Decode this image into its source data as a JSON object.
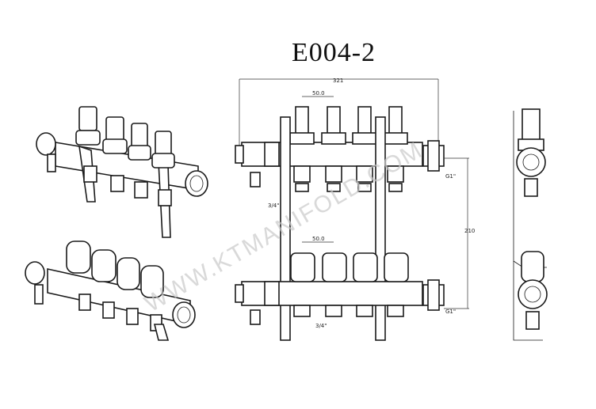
{
  "title": "E004-2",
  "watermark": "WWW.KTMANIFOLD.COM",
  "dimensions": {
    "overall_width": "321",
    "center_distance": "210",
    "flowmeter_pitch_top": "50.0",
    "flowmeter_pitch_bottom": "50.0",
    "thread_top": "G1\"",
    "thread_bottom": "G1\"",
    "outlet_top": "3/4\"",
    "outlet_bottom": "3/4\""
  }
}
